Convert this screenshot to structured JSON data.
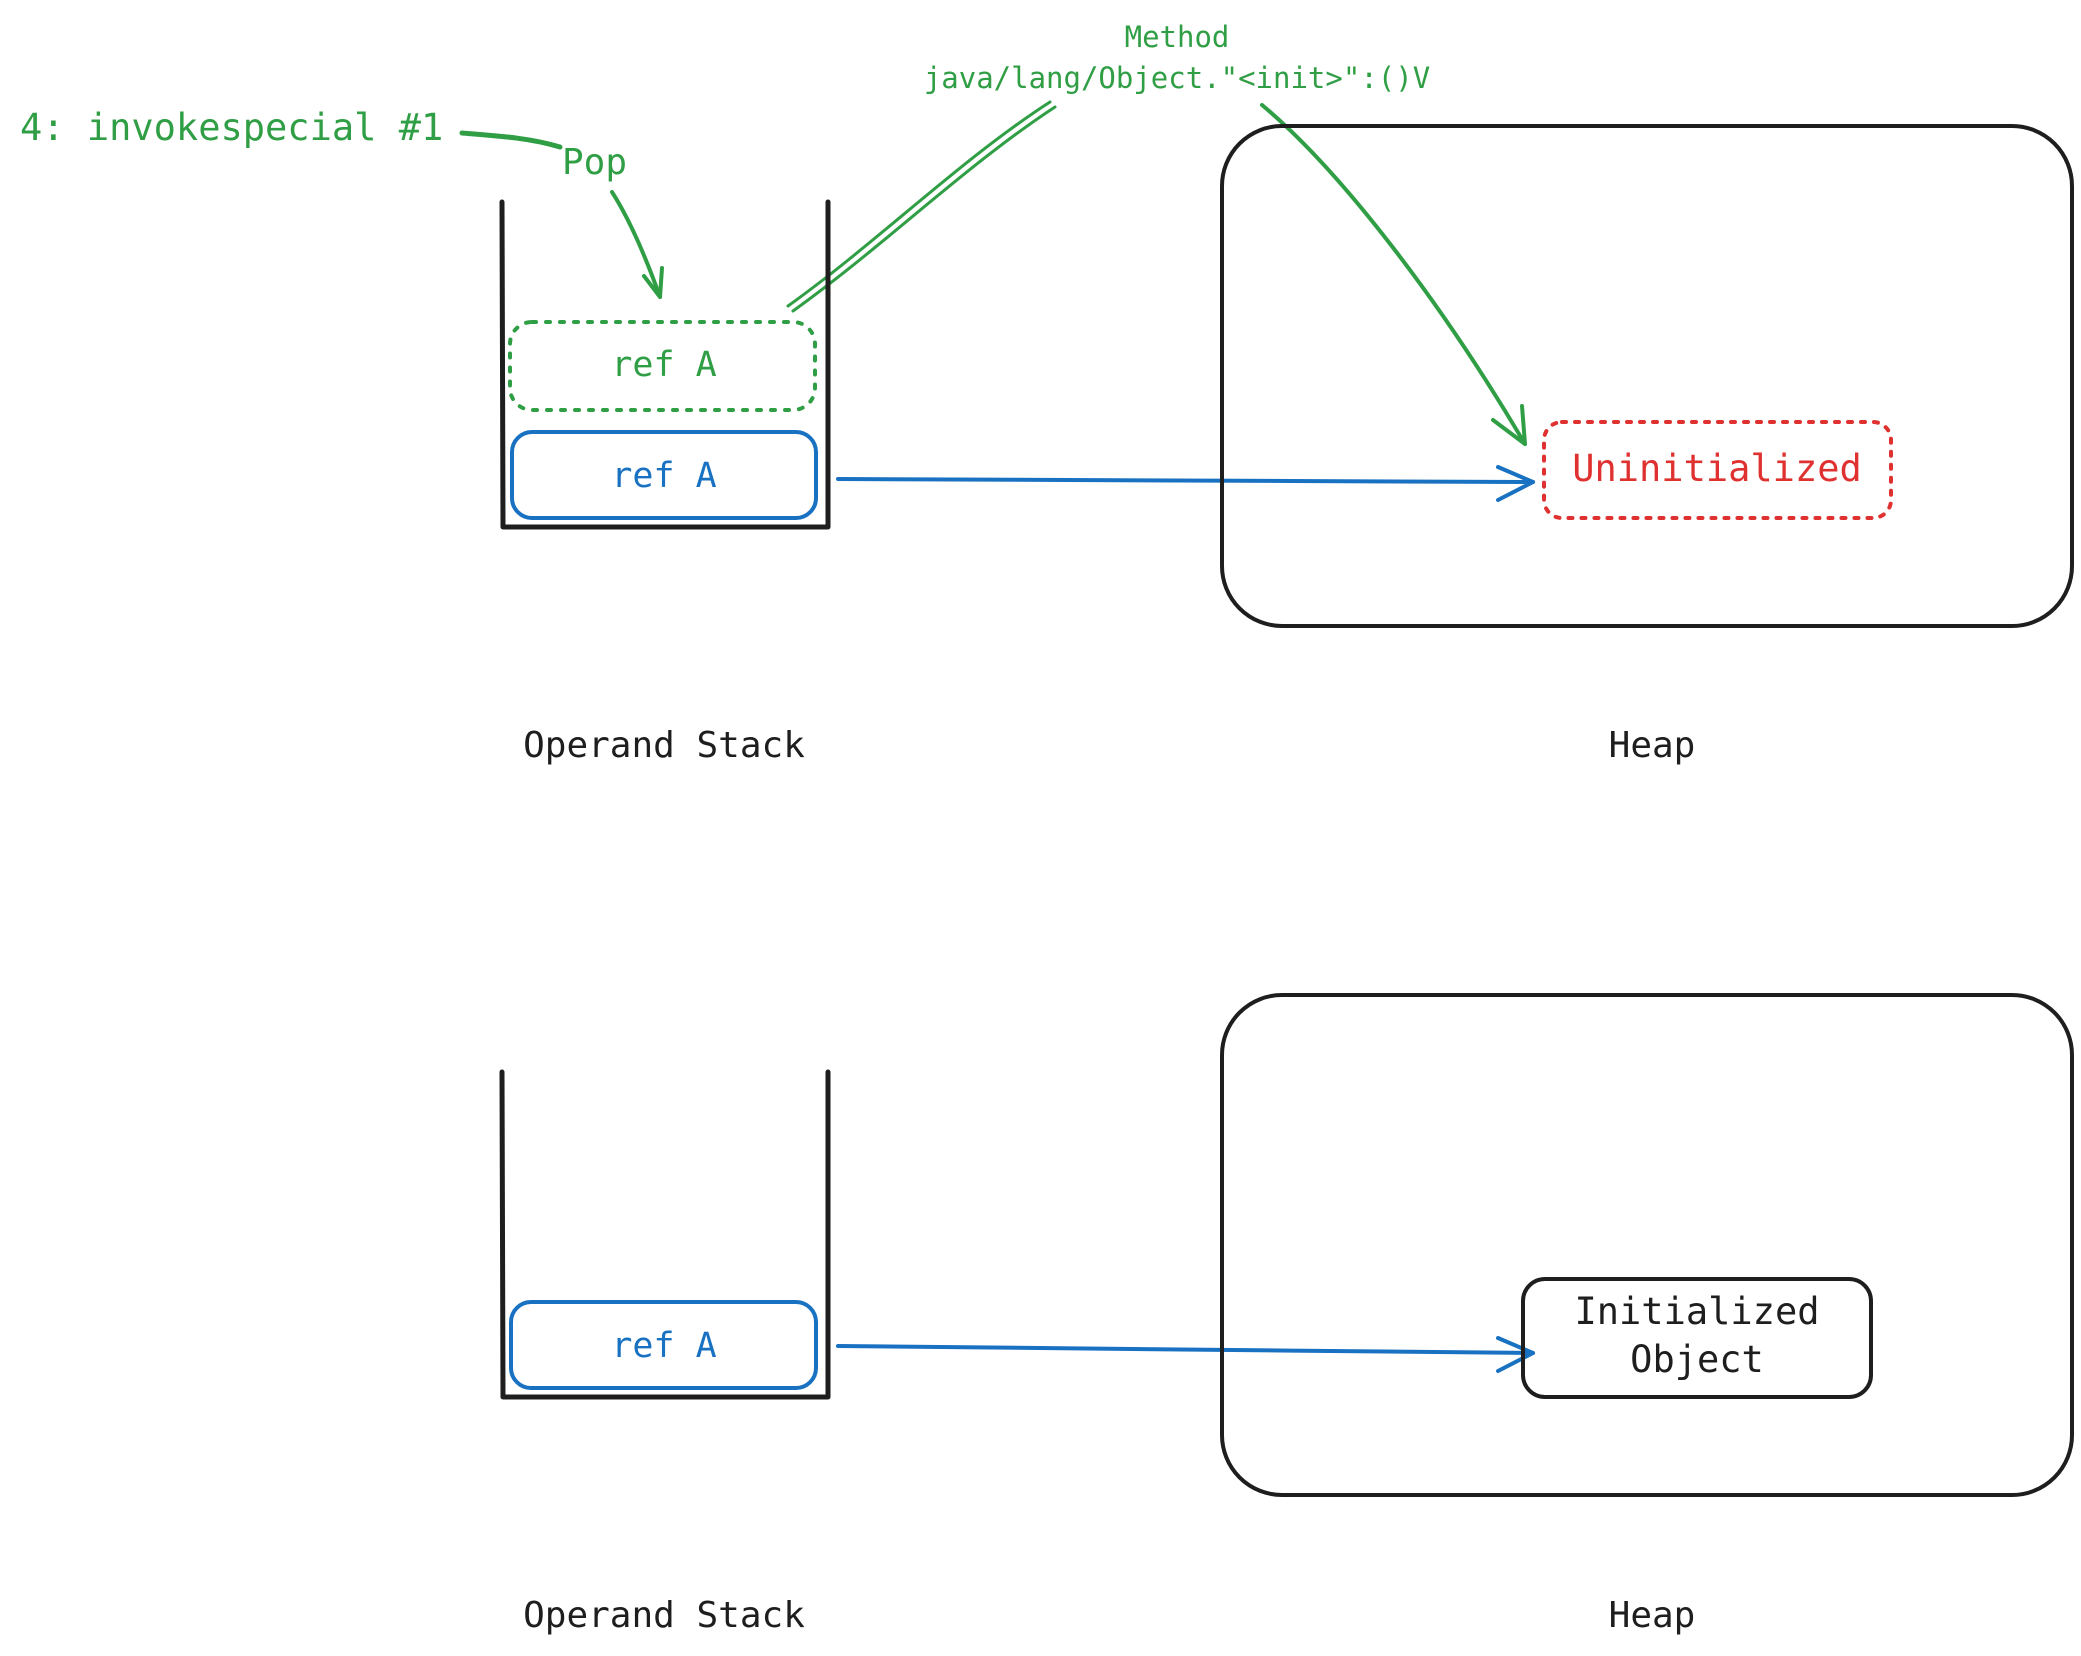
{
  "top": {
    "instruction": "4: invokespecial #1",
    "pop_label": "Pop",
    "method_label_line1": "Method",
    "method_label_line2": "java/lang/Object.\"<init>\":()V",
    "popped_ref": "ref A",
    "stack_ref": "ref A",
    "heap_object": "Uninitialized",
    "stack_caption": "Operand Stack",
    "heap_caption": "Heap"
  },
  "bottom": {
    "stack_ref": "ref A",
    "heap_object_line1": "Initialized",
    "heap_object_line2": "Object",
    "stack_caption": "Operand Stack",
    "heap_caption": "Heap"
  },
  "colors": {
    "green": "#2f9e44",
    "blue": "#1971c2",
    "red": "#e03131",
    "dark": "#1e1e1e"
  }
}
